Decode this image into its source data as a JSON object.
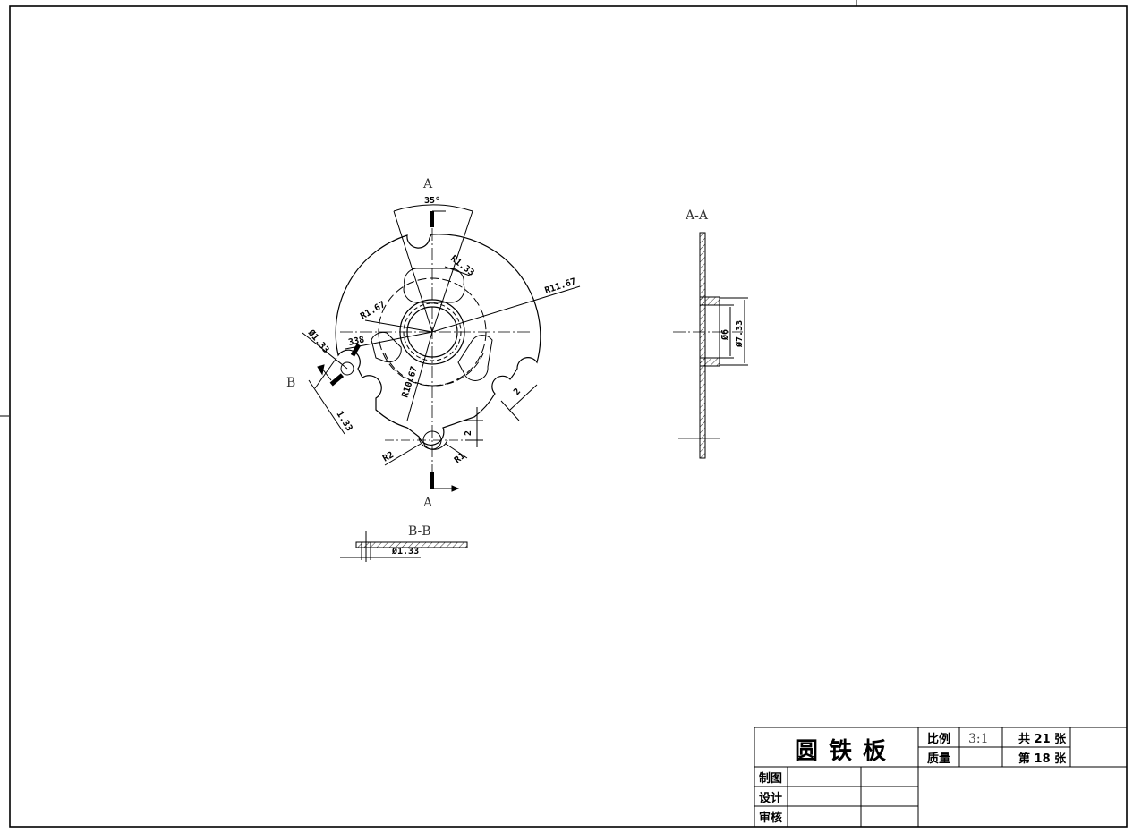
{
  "views": {
    "section_a_top": "A",
    "section_a_bottom": "A",
    "section_b_side": "B",
    "section_aa_title": "A-A",
    "section_bb_title": "B-B"
  },
  "dimensions": {
    "angle": "35°",
    "r_slot_top": "R1.33",
    "r_outer": "R11.67",
    "r_slot_left": "R1.67",
    "dia_hole": "Ø1.33",
    "small_338": "338",
    "r_inner": "R10.67",
    "width_133": "1.33",
    "width_2_right": "2",
    "height_2_bottom": "2",
    "r_bottom_left": "R2",
    "r_bottom_right": "R1",
    "aa_dia_inner": "Ø6",
    "aa_dia_outer": "Ø7.33",
    "bb_dia": "Ø1.33"
  },
  "title_block": {
    "part_name": "圆铁板",
    "scale_label": "比例",
    "scale_value": "3:1",
    "mass_label": "质量",
    "mass_value": "",
    "total_sheets": "共 21 张",
    "sheet_no": "第 18 张",
    "drawn_by_label": "制图",
    "design_label": "设计",
    "review_label": "审核"
  }
}
